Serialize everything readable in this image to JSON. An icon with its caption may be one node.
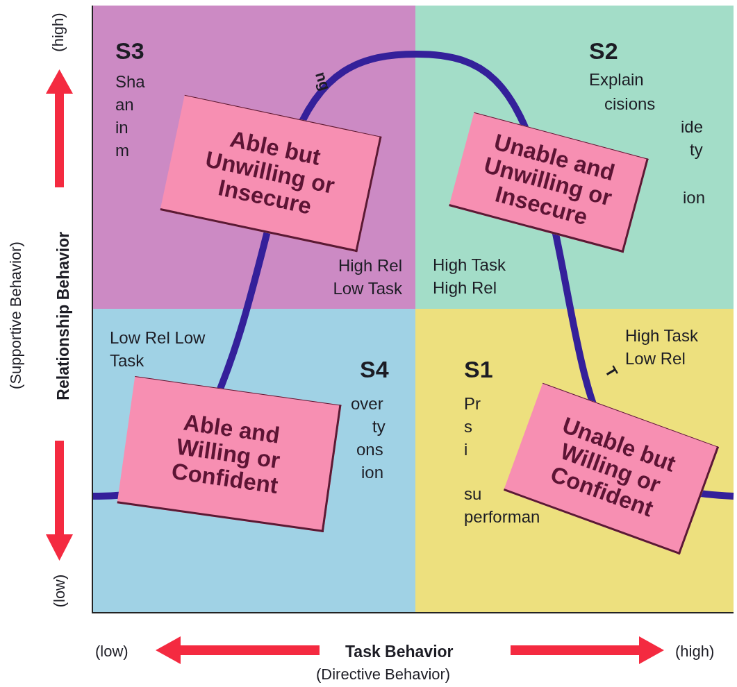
{
  "diagram": {
    "nodes": [
      {
        "text": [
          "S3",
          "Sha",
          "an",
          "in",
          "m",
          "ng",
          "High Rel Low Task"
        ]
      },
      {
        "text": [
          "Able but Unwilling or Insecure"
        ],
        "in": 0
      },
      {
        "text": [
          "S2",
          "Explain",
          "cisions",
          "ide",
          "ty",
          "ion",
          "High Task High Rel"
        ]
      },
      {
        "text": [
          "Unable and Unwilling or Insecure"
        ],
        "in": 2
      },
      {
        "text": [
          "Low Rel Low Task",
          "S4",
          "over",
          "ty",
          "ons",
          "ion"
        ]
      },
      {
        "text": [
          "Able and Willing or Confident"
        ],
        "in": 4
      },
      {
        "text": [
          "High Task Low Rel",
          "S1",
          "Pr",
          "s",
          "i",
          "T",
          "su",
          "performan"
        ]
      },
      {
        "text": [
          "Unable but Willing or Confident"
        ],
        "in": 6
      }
    ],
    "labels": [
      "(high)",
      "Relationship Behavior",
      "(Supportive Behavior)",
      "(low)",
      "(low)",
      "Task Behavior",
      "(high)",
      "(Directive Behavior)"
    ]
  }
}
